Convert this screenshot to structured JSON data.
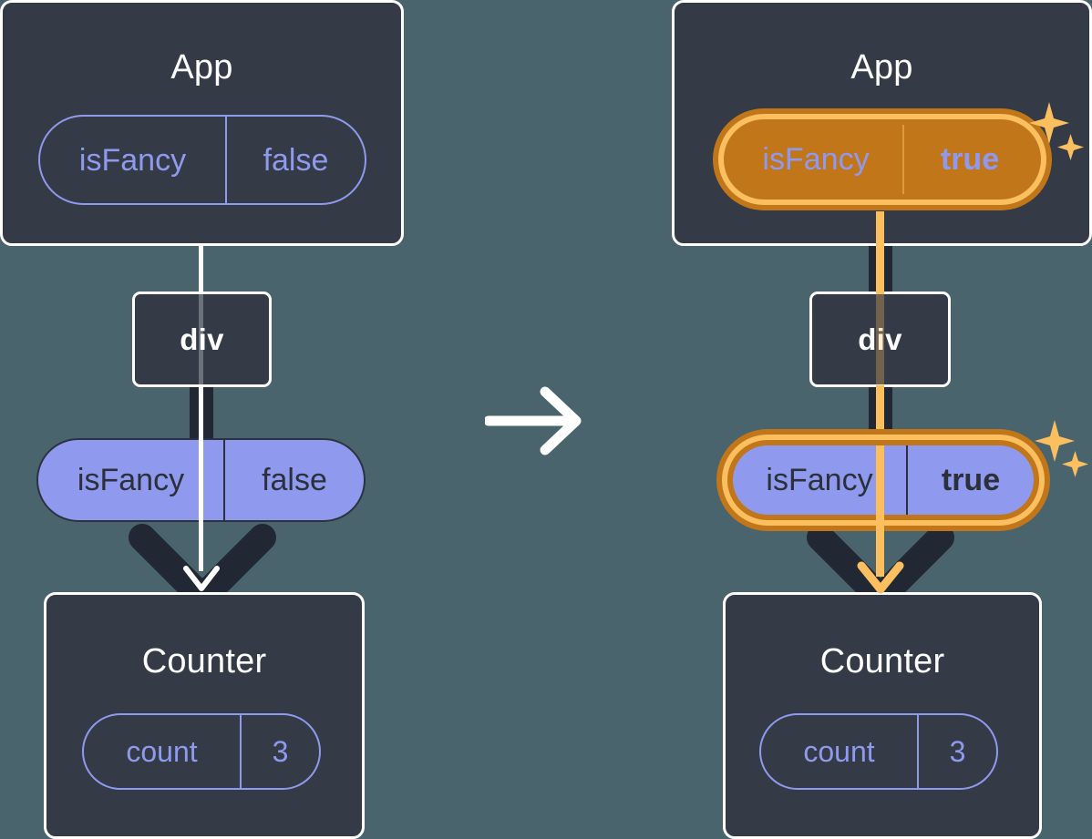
{
  "diagram": {
    "title_left": "App",
    "title_right": "App",
    "background_color": "#4a646e",
    "box_color": "#343a46",
    "box_border_color": "#ffffff",
    "accent_purple": "#8f9aef",
    "highlight_orange_outer": "#c2761a",
    "highlight_orange_inner": "#fbbf5f",
    "wire_dark": "#222833",
    "transition_icon": "arrow-right-icon"
  },
  "left": {
    "app": {
      "title": "App",
      "state_pill": {
        "key": "isFancy",
        "value": "false"
      }
    },
    "div": {
      "label": "div"
    },
    "props_pill": {
      "key": "isFancy",
      "value": "false"
    },
    "counter": {
      "title": "Counter",
      "state_pill": {
        "key": "count",
        "value": "3"
      }
    }
  },
  "right": {
    "app": {
      "title": "App",
      "state_pill": {
        "key": "isFancy",
        "value": "true",
        "highlighted": "true",
        "sparkle": "sparkles-icon"
      }
    },
    "div": {
      "label": "div"
    },
    "props_pill": {
      "key": "isFancy",
      "value": "true",
      "highlighted": "true",
      "sparkle": "sparkles-icon"
    },
    "counter": {
      "title": "Counter",
      "state_pill": {
        "key": "count",
        "value": "3"
      }
    }
  }
}
